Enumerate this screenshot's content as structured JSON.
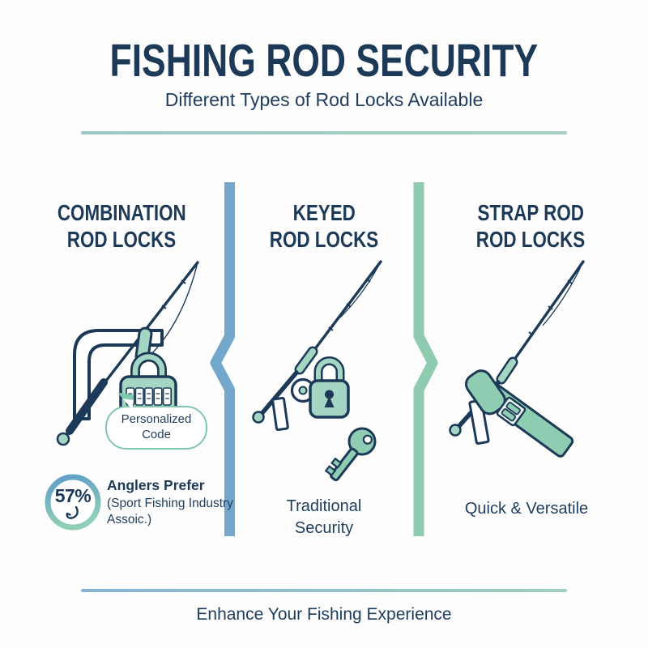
{
  "header": {
    "title": "FISHING ROD SECURITY",
    "subtitle": "Different Types of Rod Locks Available"
  },
  "sections": {
    "combination": {
      "heading": [
        "COMBINATION",
        "ROD LOCKS"
      ],
      "bubble": "Personalized Code",
      "stat": {
        "percent": "57%",
        "label": "Anglers Prefer",
        "source": "(Sport Fishing Industry Assoic.)"
      }
    },
    "keyed": {
      "heading": [
        "KEYED",
        "ROD LOCKS"
      ],
      "caption": "Traditional Security"
    },
    "strap": {
      "heading": [
        "STRAP ROD",
        "ROD LOCKS"
      ],
      "caption": "Quick & Versatile"
    }
  },
  "footer": {
    "tagline": "Enhance Your Fishing Experience"
  },
  "colors": {
    "navy_text": "#1c3a58",
    "blue_divider": "#74a7cc",
    "green_divider": "#8ecbb0",
    "teal_fill": "#a5d6c3",
    "teal_dark": "#8fcdb2",
    "bubble_outline": "#7ec8ab",
    "ring_gradient_top": "#5e9dc9",
    "ring_gradient_bottom": "#90cfb5",
    "top_rule": "#a3cdc1"
  }
}
